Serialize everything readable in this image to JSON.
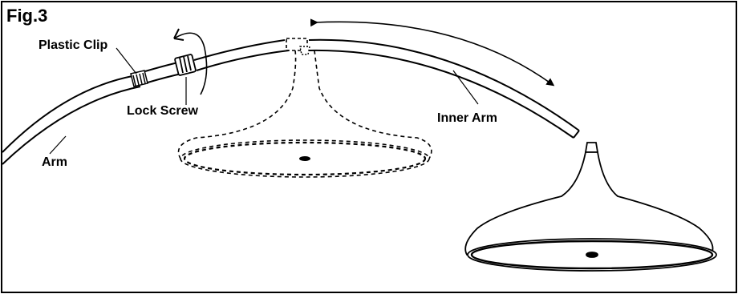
{
  "figure": {
    "title": "Fig.3",
    "labels": {
      "plastic_clip": "Plastic Clip",
      "lock_screw": "Lock Screw",
      "inner_arm": "Inner Arm",
      "arm": "Arm"
    }
  },
  "colors": {
    "ink": "#000000",
    "paper": "#ffffff"
  }
}
